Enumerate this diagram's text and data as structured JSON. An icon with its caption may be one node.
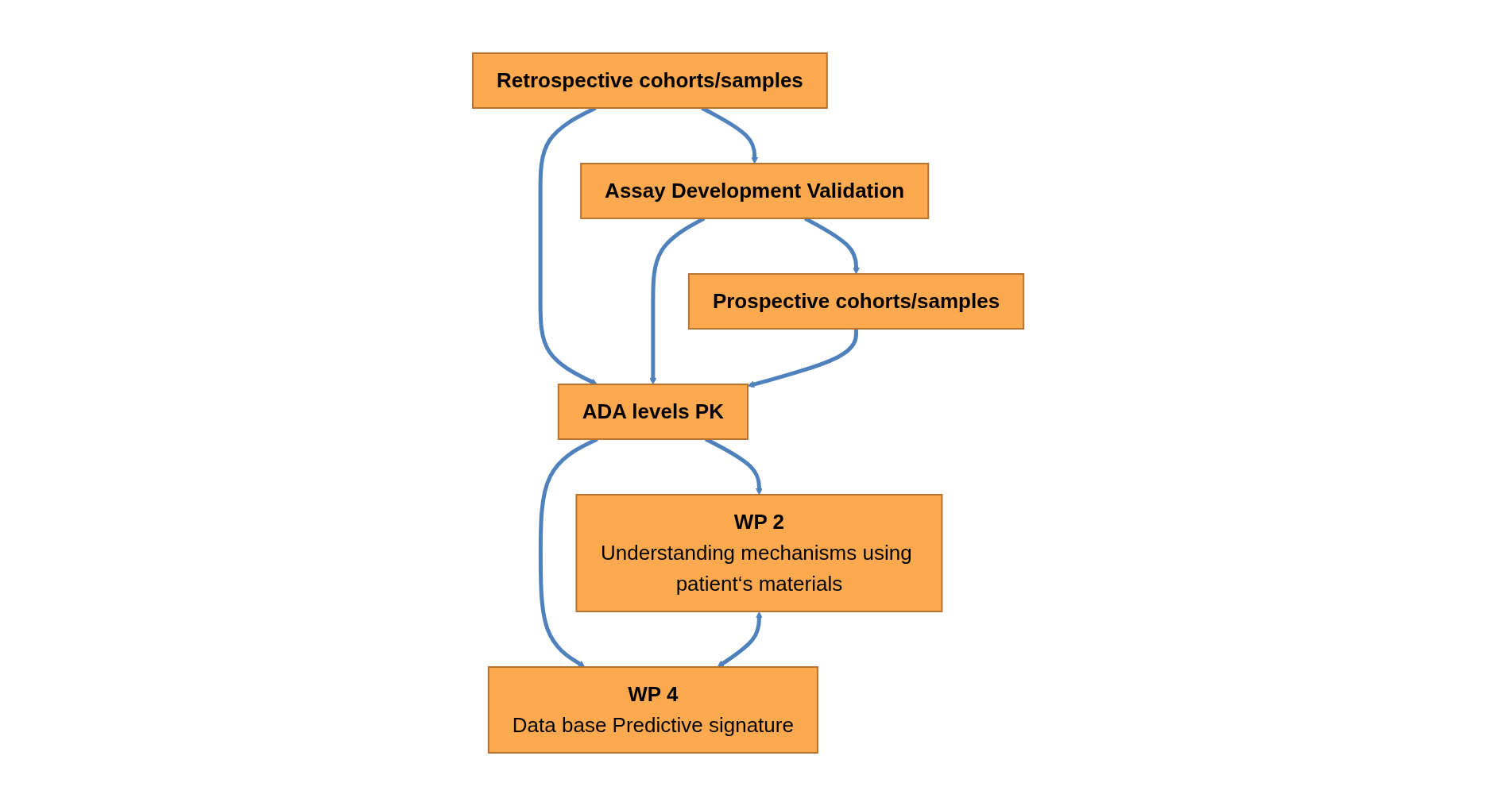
{
  "diagram": {
    "nodes": [
      {
        "text": [
          "Retrospective cohorts/samples"
        ]
      },
      {
        "text": [
          "Assay Development Validation"
        ]
      },
      {
        "text": [
          "Prospective cohorts/samples"
        ]
      },
      {
        "text": [
          "ADA levels PK"
        ]
      },
      {
        "text": [
          "WP 2",
          "Understanding mechanisms using patient‘s materials"
        ]
      },
      {
        "text": [
          "WP 4",
          "Data base Predictive signature"
        ]
      }
    ],
    "edges": [
      {
        "from": 0,
        "to": 1,
        "arrow": "to"
      },
      {
        "from": 1,
        "to": 2,
        "arrow": "to"
      },
      {
        "from": 0,
        "to": 3,
        "arrow": "to"
      },
      {
        "from": 1,
        "to": 3,
        "arrow": "to"
      },
      {
        "from": 2,
        "to": 3,
        "arrow": "to"
      },
      {
        "from": 3,
        "to": 4,
        "arrow": "to"
      },
      {
        "from": 3,
        "to": 5,
        "arrow": "to"
      },
      {
        "from": 4,
        "to": 5,
        "arrow": "both"
      }
    ]
  }
}
